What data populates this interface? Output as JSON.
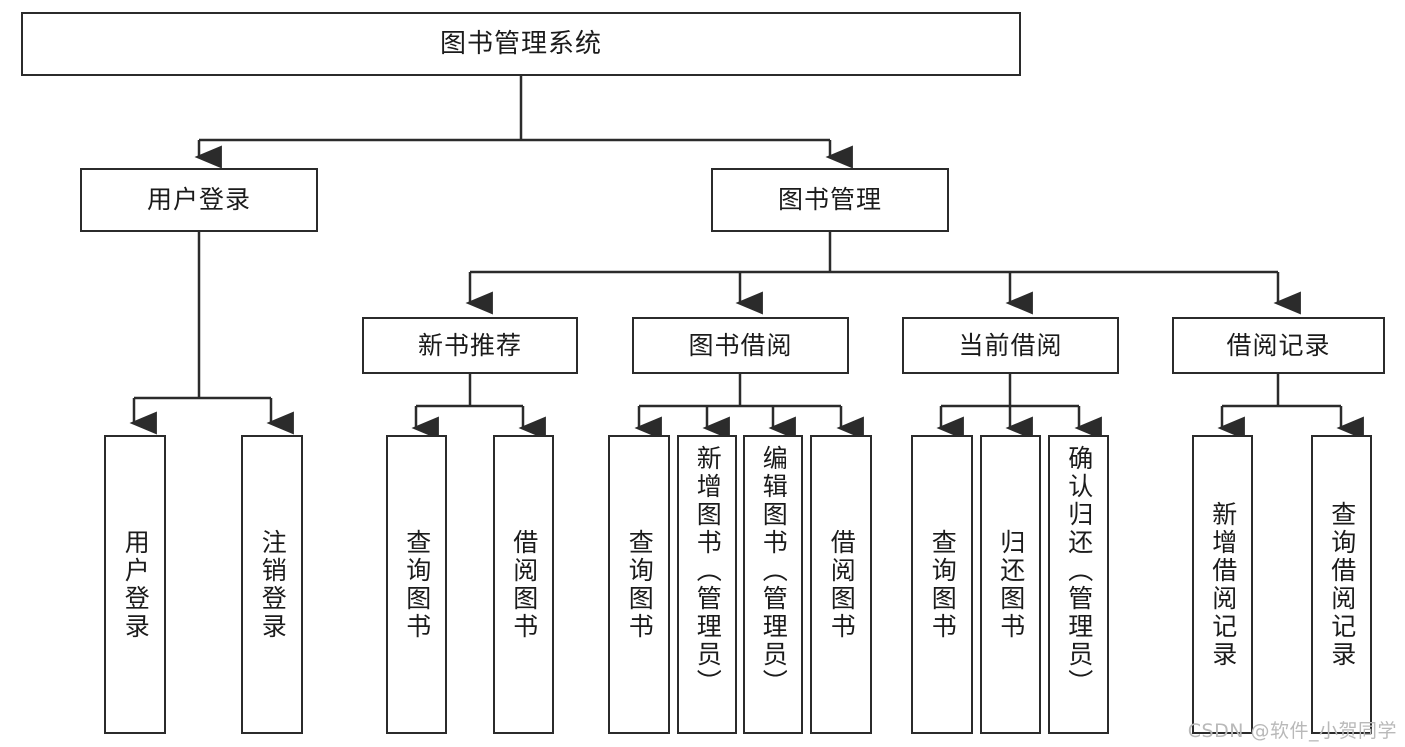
{
  "diagram": {
    "title": "图书管理系统",
    "type": "tree",
    "root": {
      "label": "图书管理系统"
    },
    "level2": [
      {
        "label": "用户登录"
      },
      {
        "label": "图书管理"
      }
    ],
    "level3": [
      {
        "label": "新书推荐"
      },
      {
        "label": "图书借阅"
      },
      {
        "label": "当前借阅"
      },
      {
        "label": "借阅记录"
      }
    ],
    "leaves": {
      "user_login": [
        {
          "label": "用户登录"
        },
        {
          "label": "注销登录"
        }
      ],
      "new_book_recommend": [
        {
          "label": "查询图书"
        },
        {
          "label": "借阅图书"
        }
      ],
      "book_borrow": [
        {
          "label": "查询图书"
        },
        {
          "label": "新增图书（管理员）"
        },
        {
          "label": "编辑图书（管理员）"
        },
        {
          "label": "借阅图书"
        }
      ],
      "current_borrow": [
        {
          "label": "查询图书"
        },
        {
          "label": "归还图书"
        },
        {
          "label": "确认归还（管理员）"
        }
      ],
      "borrow_record": [
        {
          "label": "新增借阅记录"
        },
        {
          "label": "查询借阅记录"
        }
      ]
    }
  },
  "watermark": {
    "text": "CSDN @软件_小贺同学"
  },
  "colors": {
    "border": "#2b2b2b",
    "background": "#ffffff",
    "text": "#1b1b1b",
    "watermark": "#b9b9b9"
  }
}
